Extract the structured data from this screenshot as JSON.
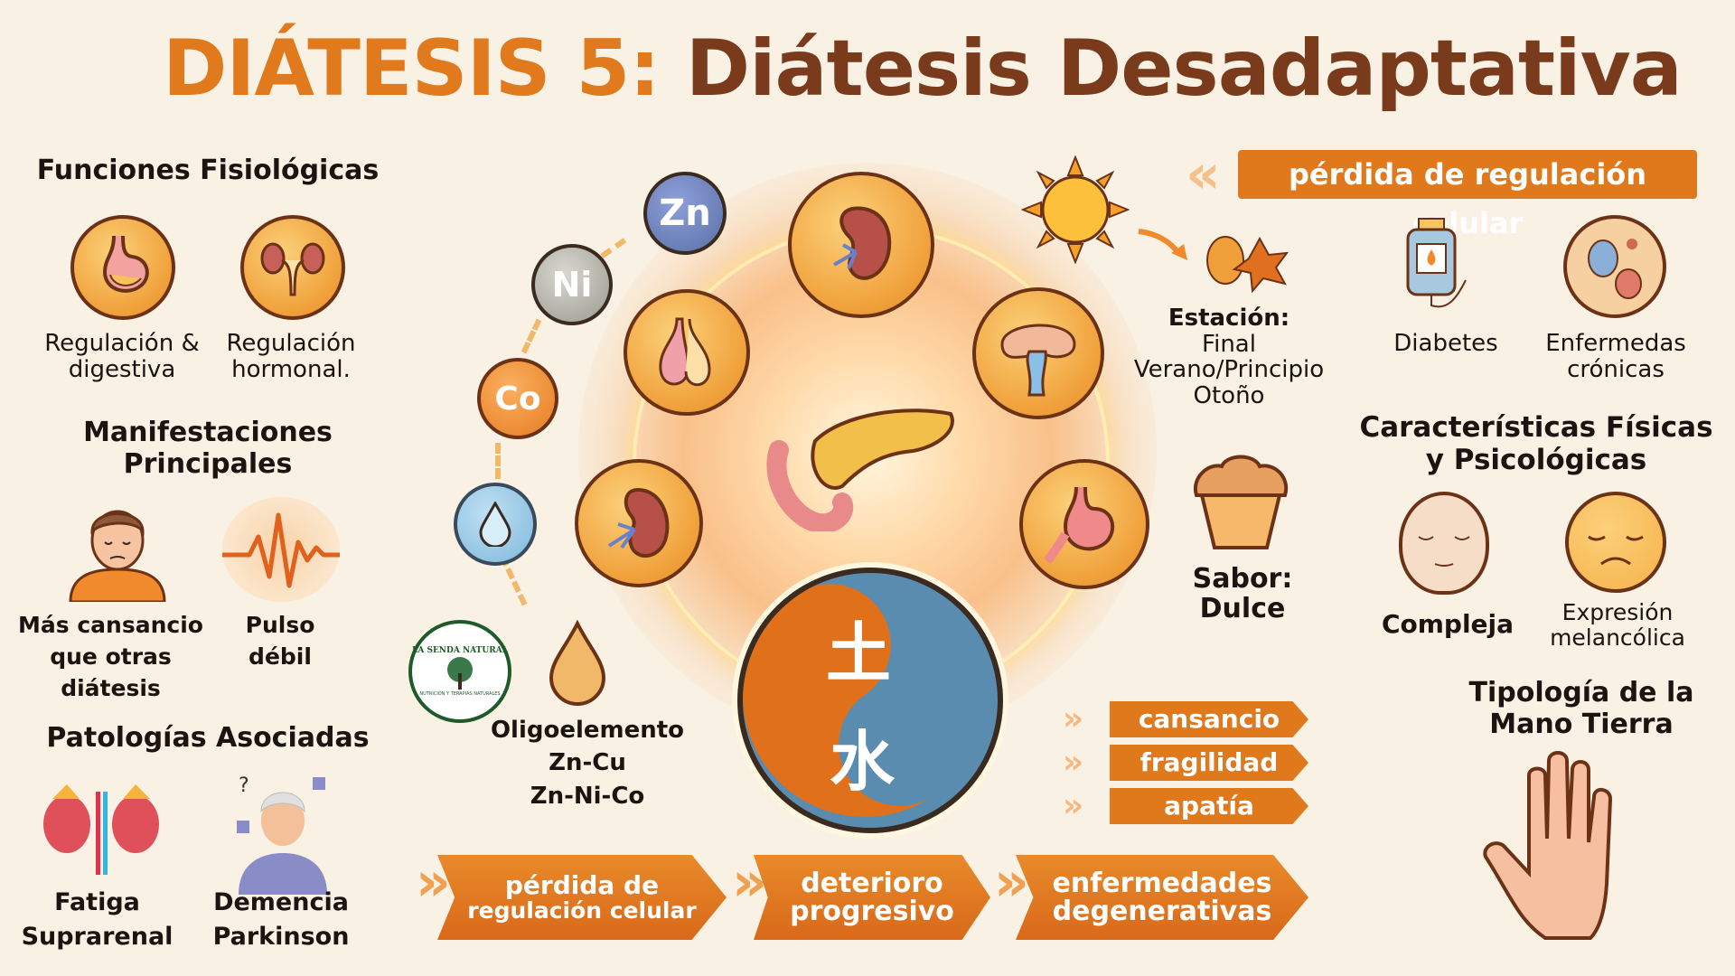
{
  "title": {
    "part1": "DIÁTESIS 5:",
    "part2": "Diátesis Desadaptativa"
  },
  "colors": {
    "accent": "#e07a1c",
    "title_dark": "#7a3a1c",
    "background": "#f9f1e4",
    "zinc": "#5a6fa8",
    "nickel": "#9a9a90",
    "cobalt": "#e57c22",
    "water": "#7fb8dc"
  },
  "left": {
    "funciones": {
      "heading": "Funciones Fisiológicas",
      "items": [
        {
          "icon": "stomach-icon",
          "label_line1": "Regulación &",
          "label_line2": "digestiva"
        },
        {
          "icon": "kidneys-icon",
          "label_line1": "Regulación",
          "label_line2": "hormonal."
        }
      ]
    },
    "manifestaciones": {
      "heading_line1": "Manifestaciones",
      "heading_line2": "Principales",
      "items": [
        {
          "icon": "tired-person-icon",
          "label_line1": "Más cansancio",
          "label_line2": "que otras",
          "label_line3": "diátesis"
        },
        {
          "icon": "pulse-icon",
          "label_line1": "Pulso",
          "label_line2": "débil"
        }
      ]
    },
    "patologias": {
      "heading": "Patologías Asociadas",
      "items": [
        {
          "icon": "adrenal-kidney-icon",
          "label_line1": "Fatiga",
          "label_line2": "Suprarenal"
        },
        {
          "icon": "elderly-confused-icon",
          "label_line1": "Demencia",
          "label_line2": "Parkinson"
        }
      ]
    }
  },
  "center": {
    "elements": [
      {
        "symbol": "Zn",
        "name": "zinc"
      },
      {
        "symbol": "Ni",
        "name": "nickel"
      },
      {
        "symbol": "Co",
        "name": "cobalt"
      }
    ],
    "yin_yang": {
      "top_char": "土",
      "bottom_char": "水"
    },
    "logo": {
      "name": "LA SENDA NATURAL",
      "subtitle": "NUTRICIÓN Y TERAPIAS NATURALES"
    },
    "oligoelemento": {
      "line1": "Oligoelemento",
      "line2": "Zn-Cu",
      "line3": "Zn-Ni-Co"
    }
  },
  "season": {
    "label": "Estación:",
    "line1": "Final",
    "line2": "Verano/Principio",
    "line3": "Otoño"
  },
  "flavor": {
    "label": "Sabor:",
    "value": "Dulce"
  },
  "symptoms": [
    "cansancio",
    "fragilidad",
    "apatía"
  ],
  "flow": [
    {
      "line1": "pérdida de",
      "line2": "regulación celular"
    },
    {
      "line1": "deterioro",
      "line2": "progresivo"
    },
    {
      "line1": "enfermedades",
      "line2": "degenerativas"
    }
  ],
  "right": {
    "banner": "pérdida de regulación celular",
    "diseases": [
      {
        "icon": "insulin-pump-icon",
        "label_line1": "Diabetes",
        "label_line2": ""
      },
      {
        "icon": "cells-icon",
        "label_line1": "Enfermedas",
        "label_line2": "crónicas"
      }
    ],
    "caracteristicas": {
      "heading_line1": "Características Físicas",
      "heading_line2": "y Psicológicas",
      "items": [
        {
          "icon": "calm-face-icon",
          "label_line1": "Compleja",
          "label_line2": ""
        },
        {
          "icon": "sad-face-icon",
          "label_line1": "Expresión",
          "label_line2": "melancólica"
        }
      ]
    },
    "mano": {
      "heading_line1": "Tipología de la",
      "heading_line2": "Mano Tierra"
    }
  }
}
